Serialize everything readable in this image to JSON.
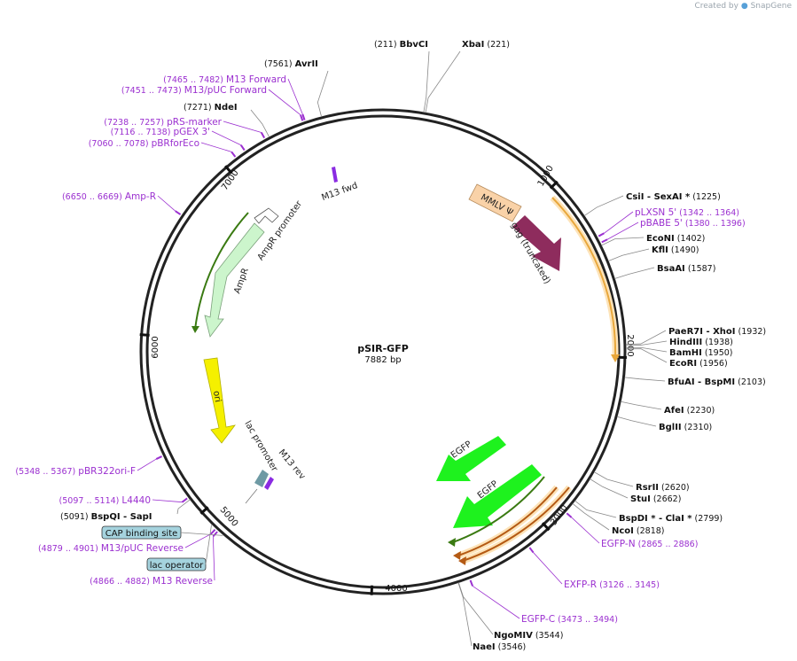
{
  "watermark": {
    "created_by": "Created by",
    "brand": "SnapGene"
  },
  "plasmid": {
    "name": "pSIR-GFP",
    "size_label": "7882 bp",
    "length": 7882
  },
  "ticks": [
    {
      "pos": 1000,
      "label": "1000"
    },
    {
      "pos": 2000,
      "label": "2000"
    },
    {
      "pos": 3000,
      "label": "3000"
    },
    {
      "pos": 4000,
      "label": "4000"
    },
    {
      "pos": 5000,
      "label": "5000"
    },
    {
      "pos": 6000,
      "label": "6000"
    },
    {
      "pos": 7000,
      "label": "7000"
    }
  ],
  "enzymes": [
    {
      "pos": 211,
      "name": "BbvCI",
      "coord": "(211)"
    },
    {
      "pos": 221,
      "name": "XbaI",
      "coord": "(221)"
    },
    {
      "pos": 1225,
      "name": "CsiI",
      "name2": "- SexAI *",
      "coord": "(1225)"
    },
    {
      "pos": 1402,
      "name": "EcoNI",
      "coord": "(1402)"
    },
    {
      "pos": 1490,
      "name": "KflI",
      "coord": "(1490)"
    },
    {
      "pos": 1587,
      "name": "BsaAI",
      "coord": "(1587)"
    },
    {
      "pos": 1932,
      "name": "PaeR7I",
      "name2": "- XhoI",
      "coord": "(1932)"
    },
    {
      "pos": 1938,
      "name": "HindIII",
      "coord": "(1938)"
    },
    {
      "pos": 1950,
      "name": "BamHI",
      "coord": "(1950)"
    },
    {
      "pos": 1956,
      "name": "EcoRI",
      "coord": "(1956)"
    },
    {
      "pos": 2103,
      "name": "BfuAI",
      "name2": "- BspMI",
      "coord": "(2103)"
    },
    {
      "pos": 2230,
      "name": "AfeI",
      "coord": "(2230)"
    },
    {
      "pos": 2310,
      "name": "BglII",
      "coord": "(2310)"
    },
    {
      "pos": 2620,
      "name": "RsrII",
      "coord": "(2620)"
    },
    {
      "pos": 2662,
      "name": "StuI",
      "coord": "(2662)"
    },
    {
      "pos": 2799,
      "name": "BspDI *",
      "name2": "- ClaI *",
      "coord": "(2799)"
    },
    {
      "pos": 2818,
      "name": "NcoI",
      "coord": "(2818)"
    },
    {
      "pos": 3544,
      "name": "NgoMIV",
      "coord": "(3544)"
    },
    {
      "pos": 3546,
      "name": "NaeI",
      "coord": "(3546)"
    },
    {
      "pos": 5091,
      "name": "BspQI",
      "name2": "- SapI",
      "coord": "(5091)"
    },
    {
      "pos": 7271,
      "name": "NdeI",
      "coord": "(7271)"
    },
    {
      "pos": 7561,
      "name": "AvrII",
      "coord": "(7561)"
    }
  ],
  "primers": [
    {
      "pos": 1353,
      "name": "pLXSN 5'",
      "coord": "(1342 .. 1364)"
    },
    {
      "pos": 1388,
      "name": "pBABE 5'",
      "coord": "(1380 .. 1396)"
    },
    {
      "pos": 2875,
      "name": "EGFP-N",
      "coord": "(2865 .. 2886)"
    },
    {
      "pos": 3135,
      "name": "EXFP-R",
      "coord": "(3126 .. 3145)"
    },
    {
      "pos": 3483,
      "name": "EGFP-C",
      "coord": "(3473 .. 3494)"
    },
    {
      "pos": 4874,
      "name": "M13 Reverse",
      "coord": "(4866 .. 4882)"
    },
    {
      "pos": 4890,
      "name": "M13/pUC Reverse",
      "coord": "(4879 .. 4901)"
    },
    {
      "pos": 5105,
      "name": "L4440",
      "coord": "(5097 .. 5114)"
    },
    {
      "pos": 5357,
      "name": "pBR322ori-F",
      "coord": "(5348 .. 5367)"
    },
    {
      "pos": 6659,
      "name": "Amp-R",
      "coord": "(6650 .. 6669)"
    },
    {
      "pos": 7069,
      "name": "pBRforEco",
      "coord": "(7060 .. 7078)"
    },
    {
      "pos": 7127,
      "name": "pGEX 3'",
      "coord": "(7116 .. 7138)"
    },
    {
      "pos": 7247,
      "name": "pRS-marker",
      "coord": "(7238 .. 7257)"
    },
    {
      "pos": 7462,
      "name": "M13/pUC Forward",
      "coord": "(7451 .. 7473)"
    },
    {
      "pos": 7473,
      "name": "M13 Forward",
      "coord": "(7465 .. 7482)"
    }
  ],
  "boxed_features": [
    {
      "pos": 4840,
      "name": "CAP binding site",
      "fill": "#a5d3de"
    },
    {
      "pos": 4920,
      "name": "lac operator",
      "fill": "#a5d3de"
    }
  ],
  "inner_features": [
    {
      "name": "MMLV Ψ",
      "color": "#f9d2a8"
    },
    {
      "name": "gag (truncated)",
      "color": "#8e2c5d"
    },
    {
      "name": "EGFP",
      "color": "#1ef21e"
    },
    {
      "name": "EGFP",
      "color": "#1ef21e"
    },
    {
      "name": "ori",
      "color": "#f5f000"
    },
    {
      "name": "lac promoter",
      "color": "#6e9aa4"
    },
    {
      "name": "M13 rev",
      "color": "#8a2be2"
    },
    {
      "name": "AmpR",
      "color": "#ccf5cc"
    },
    {
      "name": "AmpR promoter",
      "color": "#ffffff"
    },
    {
      "name": "M13 fwd",
      "color": "#8a2be2"
    }
  ],
  "colors": {
    "backbone": "#222222",
    "enzyme_line": "#777777",
    "primer": "#9b30d0",
    "orf_orange": "#e8a73c",
    "orf_dark_orange": "#b45a14",
    "orf_green": "#3a7a12"
  }
}
